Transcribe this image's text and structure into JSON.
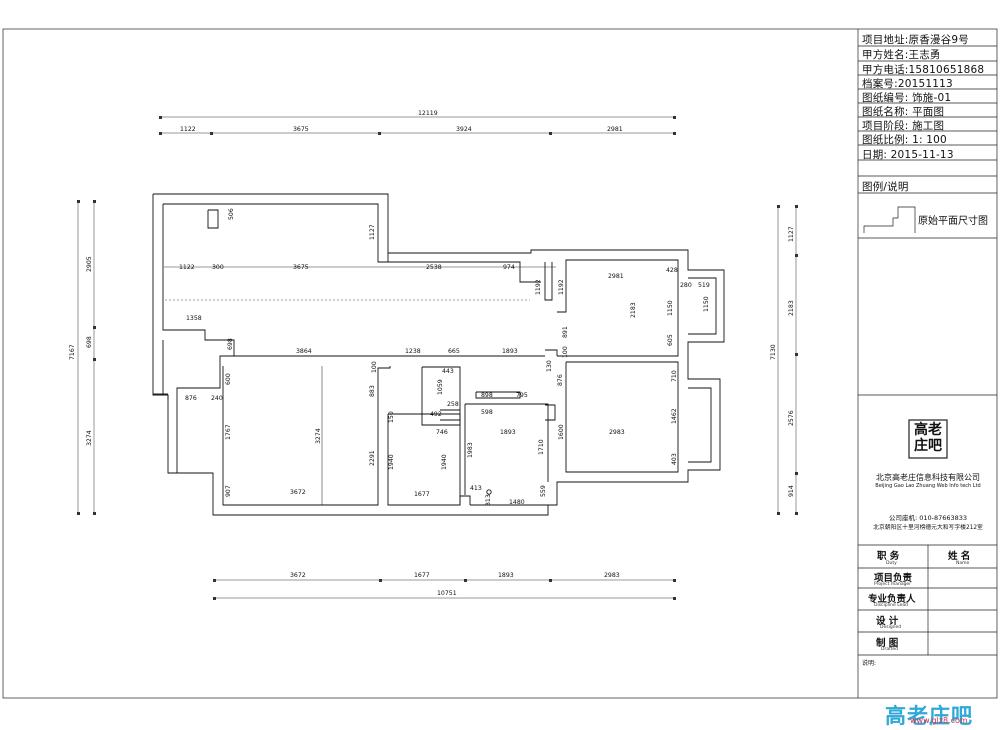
{
  "title_block": {
    "project_address": "项目地址:原香漫谷9号",
    "client_name": "甲方姓名:王志勇",
    "client_phone": "甲方电话:15810651868",
    "file_no": "档案号:20151113",
    "drawing_no": "图纸编号: 饰施-01",
    "drawing_name": "图纸名称: 平面图",
    "project_stage": "项目阶段: 施工图",
    "scale": "图纸比例: 1: 100",
    "date": "日期: 2015-11-13"
  },
  "legend": {
    "heading": "图例/说明",
    "label": "原始平面尺寸图"
  },
  "company": {
    "logo_chars": "高老庄吧",
    "name_cn": "北京高老庄信息科技有限公司",
    "name_en": "Beijing Gao Lao Zhuang Web Info tech Ltd",
    "phone": "公司座机: 010-87663833",
    "address": "北京朝阳区十里河榜德元大和写字楼212室"
  },
  "sign_table": {
    "col1_header": "职 务",
    "col1_header_en": "Duty",
    "col2_header": "姓 名",
    "col2_header_en": "Name",
    "rows": [
      {
        "label": "项目负责",
        "en": "Project manager"
      },
      {
        "label": "专业负责人",
        "en": "Discipline Lead"
      },
      {
        "label": "设 计",
        "en": "Designed"
      },
      {
        "label": "制 图",
        "en": "Drafted"
      }
    ],
    "notes_title": "说明:"
  },
  "watermark": {
    "text": "高老庄吧",
    "url": "www.glz8.com"
  },
  "dimensions": {
    "top_total": "12119",
    "top_1": "1122",
    "top_2": "3675",
    "top_3": "3924",
    "top_4": "2981",
    "bottom_1": "3672",
    "bottom_2": "1677",
    "bottom_3": "1893",
    "bottom_4": "2983",
    "bottom_total": "10751",
    "left_total": "7167",
    "left_1": "2905",
    "left_2": "698",
    "left_3": "3274",
    "right_total": "7130",
    "right_1": "1127",
    "right_2": "2183",
    "right_3": "2576",
    "right_4": "914",
    "i_506": "506",
    "i_1127": "1127",
    "i_1122": "1122",
    "i_300": "300",
    "i_3675": "3675",
    "i_2538": "2538",
    "i_974": "974",
    "i_1192a": "1192",
    "i_1192b": "1192",
    "i_2981": "2981",
    "i_428": "428",
    "i_280": "280",
    "i_519": "519",
    "i_2183": "2183",
    "i_1150a": "1150",
    "i_1150b": "1150",
    "i_605": "605",
    "i_891": "891",
    "i_1358": "1358",
    "i_698": "698",
    "i_3864": "3864",
    "i_1238": "1238",
    "i_665": "665",
    "i_1893a": "1893",
    "i_100a": "100",
    "i_100b": "100",
    "i_130": "130",
    "i_600": "600",
    "i_240": "240",
    "i_876a": "876",
    "i_876b": "876",
    "i_883": "883",
    "i_443": "443",
    "i_1059": "1059",
    "i_898a": "898",
    "i_795": "795",
    "i_258": "258",
    "i_492": "492",
    "i_598": "598",
    "i_746": "746",
    "i_1893b": "1893",
    "i_2983": "2983",
    "i_710": "710",
    "i_1462": "1462",
    "i_403": "403",
    "i_1600": "1600",
    "i_1767": "1767",
    "i_3274": "3274",
    "i_150": "150",
    "i_2291": "2291",
    "i_1940a": "1940",
    "i_1940b": "1940",
    "i_1983": "1983",
    "i_1710": "1710",
    "i_413": "413",
    "i_313": "313",
    "i_1480": "1480",
    "i_559": "559",
    "i_907": "907",
    "i_3672": "3672",
    "i_1677": "1677"
  }
}
